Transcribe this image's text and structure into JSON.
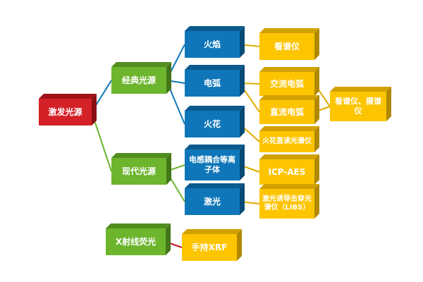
{
  "palette": {
    "red": "#d42128",
    "green": "#6cb52d",
    "blue": "#0f77b9",
    "yellow": "#fdc400",
    "line_blue": "#0f77b9",
    "line_green": "#6cb52d",
    "line_yellow": "#e0ac00",
    "line_red": "#c0141b"
  },
  "nodes": {
    "root": {
      "label": "激发光源",
      "color": "red"
    },
    "classic": {
      "label": "经典光源",
      "color": "green"
    },
    "modern": {
      "label": "现代光源",
      "color": "green"
    },
    "xrf": {
      "label": "X射线荧光",
      "color": "green"
    },
    "flame": {
      "label": "火焰",
      "color": "blue"
    },
    "arc": {
      "label": "电弧",
      "color": "blue"
    },
    "spark": {
      "label": "火花",
      "color": "blue"
    },
    "icp": {
      "label": "电感耦合等离子体",
      "color": "blue"
    },
    "laser": {
      "label": "激光",
      "color": "blue"
    },
    "spectroscope": {
      "label": "看谱仪",
      "color": "yellow"
    },
    "ac_arc": {
      "label": "交流电弧",
      "color": "yellow"
    },
    "dc_arc": {
      "label": "直流电弧",
      "color": "yellow"
    },
    "spark_oes": {
      "label": "火花直读光谱仪",
      "color": "yellow"
    },
    "icp_aes": {
      "label": "ICP-AES",
      "color": "yellow"
    },
    "libs": {
      "label": "激光诱导击穿光谱仪（LIBS）",
      "color": "yellow"
    },
    "spectro_graph": {
      "label": "看谱仪、摄谱仪",
      "color": "yellow"
    },
    "handheld_xrf": {
      "label": "手持XRF",
      "color": "yellow"
    }
  },
  "edges": [
    {
      "from": "root",
      "to": "classic",
      "color": "blue"
    },
    {
      "from": "root",
      "to": "modern",
      "color": "green"
    },
    {
      "from": "classic",
      "to": "flame",
      "color": "blue"
    },
    {
      "from": "classic",
      "to": "arc",
      "color": "blue"
    },
    {
      "from": "classic",
      "to": "spark",
      "color": "blue"
    },
    {
      "from": "modern",
      "to": "icp",
      "color": "green"
    },
    {
      "from": "modern",
      "to": "laser",
      "color": "green"
    },
    {
      "from": "flame",
      "to": "spectroscope",
      "color": "yellow"
    },
    {
      "from": "arc",
      "to": "ac_arc",
      "color": "yellow"
    },
    {
      "from": "arc",
      "to": "dc_arc",
      "color": "yellow"
    },
    {
      "from": "spark",
      "to": "spark_oes",
      "color": "yellow"
    },
    {
      "from": "icp",
      "to": "icp_aes",
      "color": "yellow"
    },
    {
      "from": "laser",
      "to": "libs",
      "color": "yellow"
    },
    {
      "from": "ac_arc",
      "to": "spectro_graph",
      "color": "yellow"
    },
    {
      "from": "dc_arc",
      "to": "spectro_graph",
      "color": "yellow"
    },
    {
      "from": "xrf",
      "to": "handheld_xrf",
      "color": "red"
    }
  ]
}
